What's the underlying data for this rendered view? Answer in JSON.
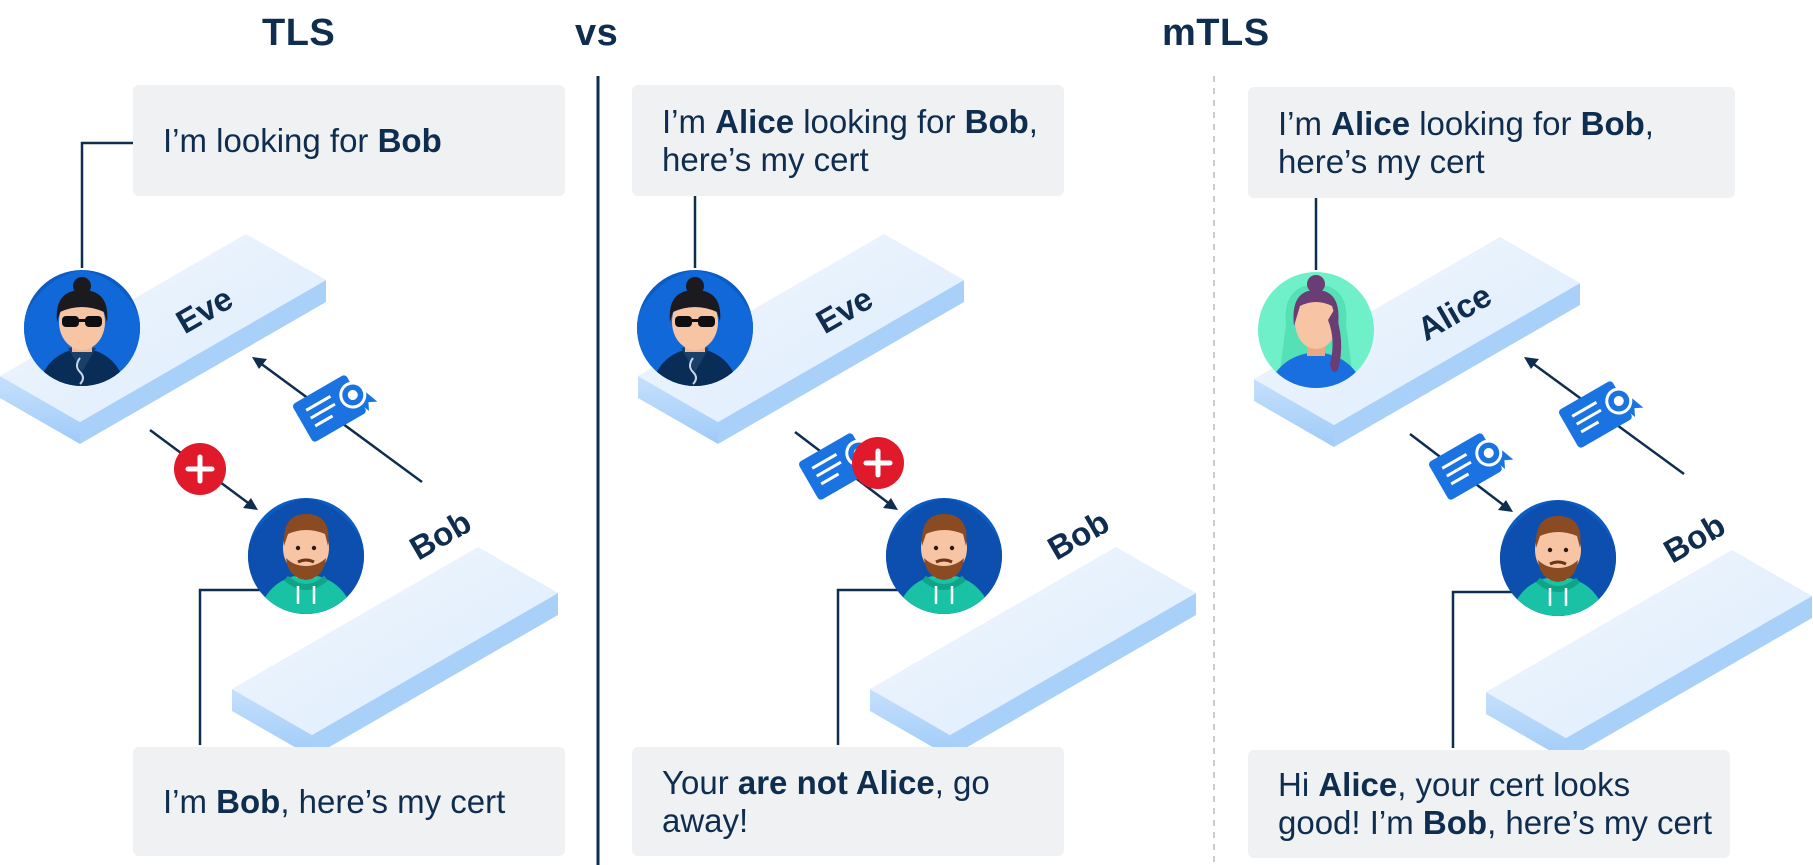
{
  "headings": {
    "tls": "TLS",
    "vs": "vs",
    "mtls": "mTLS"
  },
  "panels": [
    {
      "top_bubble": [
        [
          {
            "t": "I’m looking for ",
            "b": false
          },
          {
            "t": "Bob",
            "b": true
          }
        ]
      ],
      "bottom_bubble": [
        [
          {
            "t": "I’m ",
            "b": false
          },
          {
            "t": "Bob",
            "b": true
          },
          {
            "t": ", here’s my cert",
            "b": false
          }
        ]
      ],
      "top_platform_label": "Eve",
      "bottom_platform_label": "Bob"
    },
    {
      "top_bubble": [
        [
          {
            "t": "I’m ",
            "b": false
          },
          {
            "t": "Alice",
            "b": true
          },
          {
            "t": " looking for ",
            "b": false
          },
          {
            "t": "Bob",
            "b": true
          },
          {
            "t": ",",
            "b": false
          }
        ],
        [
          {
            "t": "here’s my cert",
            "b": false
          }
        ]
      ],
      "bottom_bubble": [
        [
          {
            "t": "Your ",
            "b": false
          },
          {
            "t": "are not Alice",
            "b": true
          },
          {
            "t": ", go",
            "b": false
          }
        ],
        [
          {
            "t": "away!",
            "b": false
          }
        ]
      ],
      "top_platform_label": "Eve",
      "bottom_platform_label": "Bob"
    },
    {
      "top_bubble": [
        [
          {
            "t": "I’m ",
            "b": false
          },
          {
            "t": "Alice",
            "b": true
          },
          {
            "t": " looking for ",
            "b": false
          },
          {
            "t": "Bob",
            "b": true
          },
          {
            "t": ",",
            "b": false
          }
        ],
        [
          {
            "t": "here’s my cert",
            "b": false
          }
        ]
      ],
      "bottom_bubble": [
        [
          {
            "t": "Hi ",
            "b": false
          },
          {
            "t": "Alice",
            "b": true
          },
          {
            "t": ", your cert looks",
            "b": false
          }
        ],
        [
          {
            "t": "good! I’m ",
            "b": false
          },
          {
            "t": "Bob",
            "b": true
          },
          {
            "t": ", here’s my cert",
            "b": false
          }
        ]
      ],
      "top_platform_label": "Alice",
      "bottom_platform_label": "Bob"
    }
  ],
  "colors": {
    "text": "#0f2d4e",
    "bubble_bg": "#eff1f3",
    "platform_top": "#e6f1fd",
    "platform_side": "#b7d8fb",
    "cert": "#1a73e0",
    "reject": "#e0192b",
    "divider_solid": "#0f2d4e",
    "divider_dashed": "#c9ccd1"
  },
  "icons": [
    "eve-avatar-icon",
    "alice-avatar-icon",
    "bob-avatar-icon",
    "certificate-icon",
    "reject-x-icon"
  ]
}
